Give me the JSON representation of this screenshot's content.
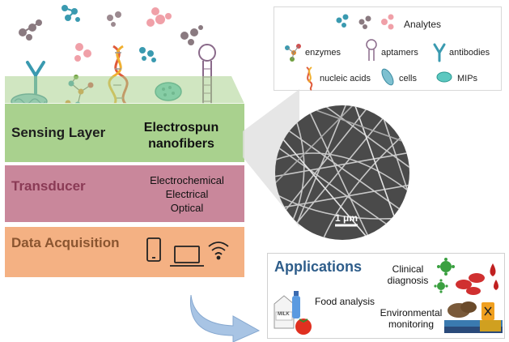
{
  "legend": {
    "analytes": "Analytes",
    "enzymes": "enzymes",
    "aptamers": "aptamers",
    "antibodies": "antibodies",
    "nucleic_acids": "nucleic acids",
    "cells": "cells",
    "mips": "MIPs"
  },
  "layers": {
    "sensing": {
      "title": "Sensing Layer",
      "line1": "Electrospun",
      "line2": "nanofibers",
      "color": "#a9d18e"
    },
    "transducer": {
      "title": "Transducer",
      "line1": "Electrochemical",
      "line2": "Electrical",
      "line3": "Optical",
      "color": "#c9879b"
    },
    "acquisition": {
      "title": "Data Acquisition",
      "color": "#f4b183"
    }
  },
  "micrograph": {
    "scale_label": "1 μm"
  },
  "applications": {
    "title": "Applications",
    "clinical": "Clinical diagnosis",
    "clinical_line1": "Clinical",
    "clinical_line2": "diagnosis",
    "food": "Food analysis",
    "env_line1": "Environmental",
    "env_line2": "monitoring",
    "milk_label": "MILK"
  },
  "colors": {
    "analyte_blue": "#3a9ab0",
    "analyte_gray": "#8a7a80",
    "analyte_pink": "#f0a0a8",
    "title_blue": "#2e5d8a"
  }
}
